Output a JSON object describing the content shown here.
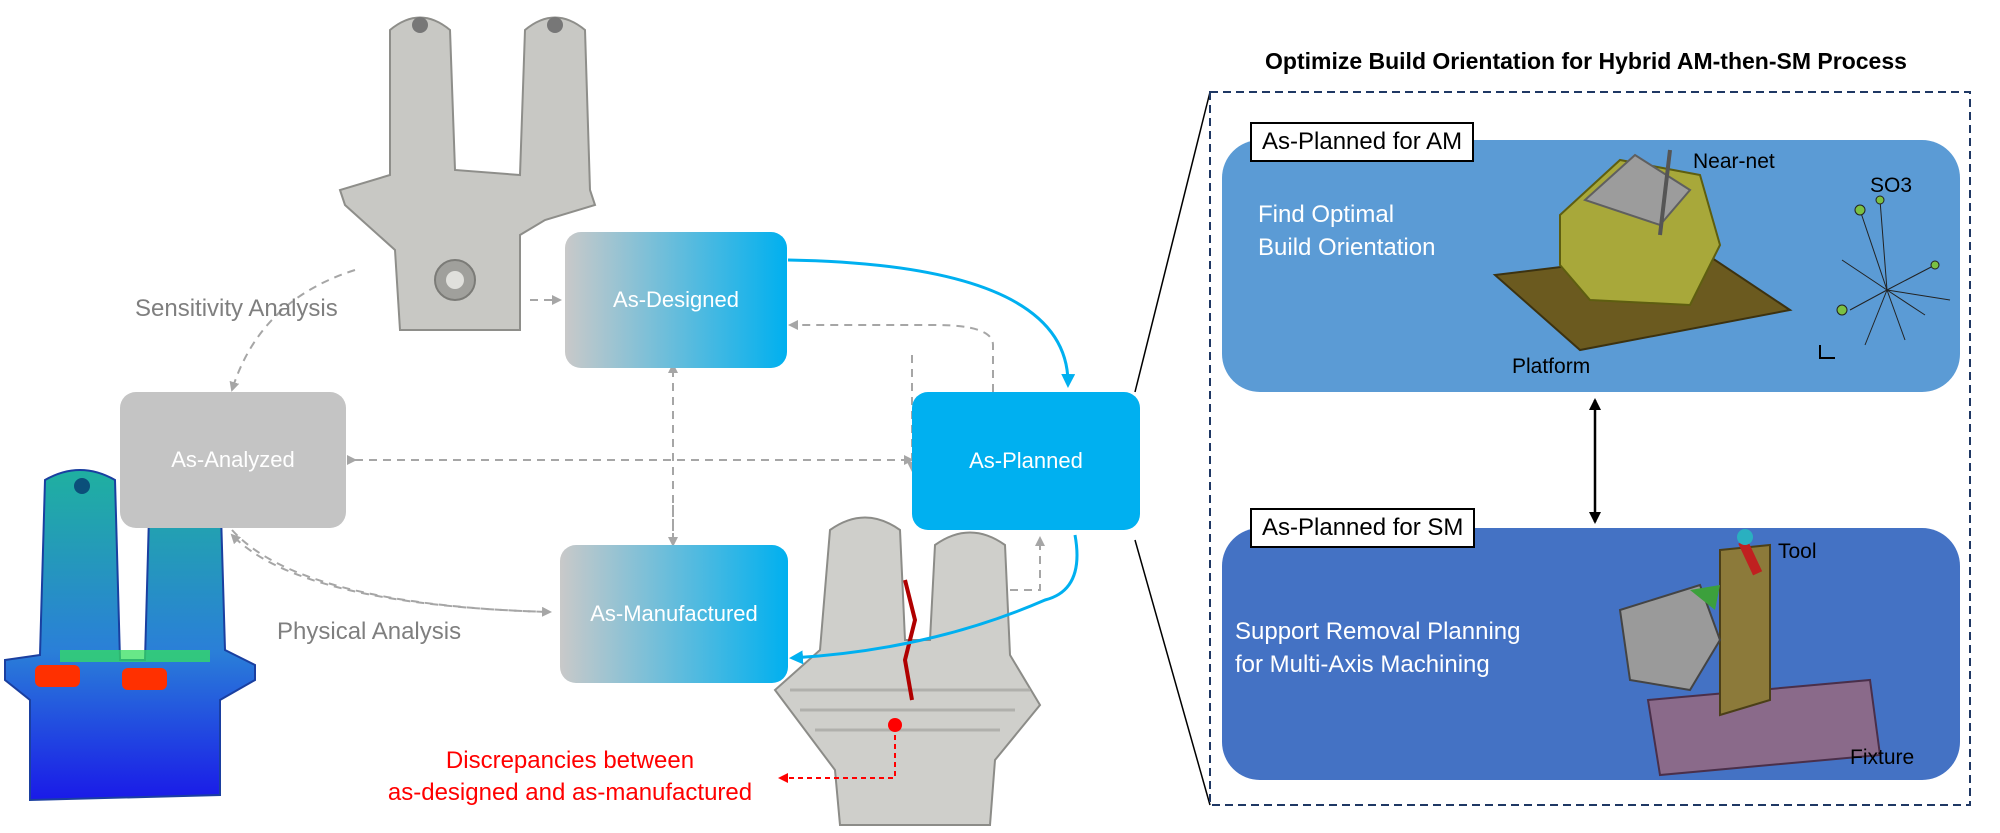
{
  "nodes": {
    "as_designed": "As-Designed",
    "as_analyzed": "As-Analyzed",
    "as_planned": "As-Planned",
    "as_manufactured": "As-Manufactured"
  },
  "labels": {
    "sensitivity": "Sensitivity Analysis",
    "physical": "Physical Analysis",
    "discrepancy_line1": "Discrepancies between",
    "discrepancy_line2": "as-designed and as-manufactured"
  },
  "right_panel": {
    "title": "Optimize Build Orientation for Hybrid AM-then-SM Process",
    "am": {
      "tag": "As-Planned for AM",
      "text_line1": "Find Optimal",
      "text_line2": "Build Orientation",
      "near_net": "Near-net",
      "so3": "SO3",
      "platform": "Platform"
    },
    "sm": {
      "tag": "As-Planned for SM",
      "text_line1": "Support Removal Planning",
      "text_line2": "for Multi-Axis Machining",
      "tool": "Tool",
      "fixture": "Fixture"
    }
  },
  "colors": {
    "node_blue": "#00b0f0",
    "node_grey": "#c4c4c4",
    "panel_am": "#5b9bd5",
    "panel_sm": "#4472c4",
    "discrepancy": "#ff0000"
  }
}
